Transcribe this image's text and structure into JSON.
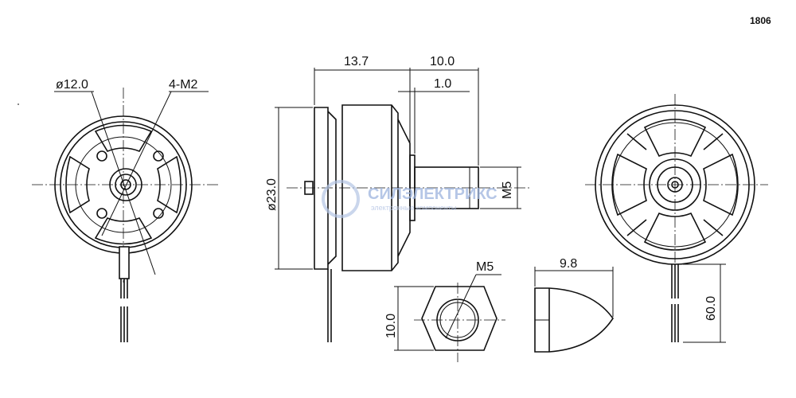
{
  "model": "1806",
  "front_view": {
    "diameter_label": "ø12.0",
    "holes_label": "4-M2"
  },
  "side_view": {
    "length_label": "13.7",
    "shaft_label": "10.0",
    "gap_label": "1.0",
    "body_diameter_label": "ø23.0",
    "thread_label": "M5"
  },
  "nut_view": {
    "thread_label": "M5",
    "width_label": "10.0"
  },
  "cap_view": {
    "length_label": "9.8"
  },
  "rear_view": {
    "lead_length_label": "60.0"
  },
  "watermark": {
    "brand": "СИЛЭЛЕКТРИКС",
    "tagline": "электронные компоненты"
  }
}
